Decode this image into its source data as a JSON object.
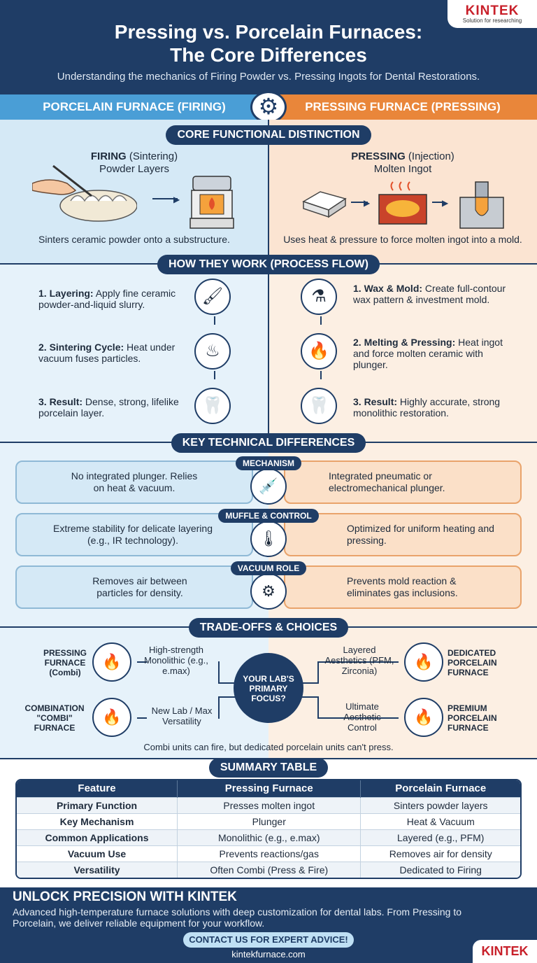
{
  "header": {
    "title_line1": "Pressing vs. Porcelain Furnaces:",
    "title_line2": "The Core Differences",
    "subtitle": "Understanding the mechanics of Firing Powder vs. Pressing Ingots for Dental Restorations.",
    "logo": "KINTEK",
    "logo_tagline": "Solution for researching"
  },
  "columns": {
    "left": "PORCELAIN FURNACE (FIRING)",
    "right": "PRESSING FURNACE (PRESSING)"
  },
  "core": {
    "heading": "CORE FUNCTIONAL DISTINCTION",
    "left_title_bold": "FIRING",
    "left_title_rest": " (Sintering)",
    "left_sub": "Powder Layers",
    "left_desc": "Sinters ceramic powder onto a substructure.",
    "right_title_bold": "PRESSING",
    "right_title_rest": " (Injection)",
    "right_sub": "Molten Ingot",
    "right_desc": "Uses heat & pressure to force molten ingot into a mold."
  },
  "process": {
    "heading": "HOW THEY WORK (PROCESS FLOW)",
    "left_steps": [
      {
        "label": "1. Layering:",
        "text": " Apply fine ceramic powder-and-liquid slurry."
      },
      {
        "label": "2. Sintering Cycle:",
        "text": " Heat under vacuum fuses particles."
      },
      {
        "label": "3. Result:",
        "text": " Dense, strong, lifelike porcelain layer."
      }
    ],
    "right_steps": [
      {
        "label": "1. Wax & Mold:",
        "text": " Create full-contour wax pattern & investment mold."
      },
      {
        "label": "2. Melting & Pressing:",
        "text": " Heat ingot and force molten ceramic with plunger."
      },
      {
        "label": "3. Result:",
        "text": " Highly accurate, strong monolithic restoration."
      }
    ]
  },
  "differences": {
    "heading": "KEY TECHNICAL DIFFERENCES",
    "rows": [
      {
        "label": "MECHANISM",
        "left": "No integrated plunger. Relies on heat & vacuum.",
        "right": "Integrated pneumatic or electromechanical plunger."
      },
      {
        "label": "MUFFLE & CONTROL",
        "left": "Extreme stability for delicate layering (e.g., IR technology).",
        "right": "Optimized for uniform heating and pressing."
      },
      {
        "label": "VACUUM ROLE",
        "left": "Removes air between particles for density.",
        "right": "Prevents mold reaction & eliminates gas inclusions."
      }
    ]
  },
  "tradeoffs": {
    "heading": "TRADE-OFFS & CHOICES",
    "center": "YOUR LAB'S PRIMARY FOCUS?",
    "left_items": [
      {
        "name": "PRESSING FURNACE (Combi)",
        "reason": "High-strength Monolithic (e.g., e.max)"
      },
      {
        "name": "COMBINATION \"COMBI\" FURNACE",
        "reason": "New Lab / Max Versatility"
      }
    ],
    "right_items": [
      {
        "name": "DEDICATED PORCELAIN FURNACE",
        "reason": "Layered Aesthetics (PFM, Zirconia)"
      },
      {
        "name": "PREMIUM PORCELAIN FURNACE",
        "reason": "Ultimate Aesthetic Control"
      }
    ],
    "note": "Combi units can fire, but dedicated porcelain units can't press."
  },
  "summary": {
    "heading": "SUMMARY TABLE",
    "columns": [
      "Feature",
      "Pressing Furnace",
      "Porcelain Furnace"
    ],
    "rows": [
      [
        "Primary Function",
        "Presses molten ingot",
        "Sinters powder layers"
      ],
      [
        "Key Mechanism",
        "Plunger",
        "Heat & Vacuum"
      ],
      [
        "Common Applications",
        "Monolithic (e.g., e.max)",
        "Layered (e.g., PFM)"
      ],
      [
        "Vacuum Use",
        "Prevents reactions/gas",
        "Removes air for density"
      ],
      [
        "Versatility",
        "Often Combi (Press & Fire)",
        "Dedicated to Firing"
      ]
    ]
  },
  "footer": {
    "title": "UNLOCK PRECISION WITH KINTEK",
    "text": "Advanced high-temperature furnace solutions with deep customization for dental labs. From Pressing to Porcelain, we deliver reliable equipment for your workflow.",
    "cta": "CONTACT US FOR EXPERT ADVICE!",
    "url": "kintekfurnace.com",
    "logo": "KINTEK"
  },
  "icons": [
    "gear-icon",
    "brush-hand-icon",
    "furnace-icon",
    "ingot-icon",
    "melting-crucible-icon",
    "press-mold-icon",
    "flask-icon",
    "tooth-icon",
    "syringe-icon",
    "heater-icon",
    "vacuum-pump-icon"
  ],
  "colors": {
    "navy": "#1f3d66",
    "blue": "#4a9ed6",
    "orange": "#e9863a",
    "red": "#c8202a"
  }
}
